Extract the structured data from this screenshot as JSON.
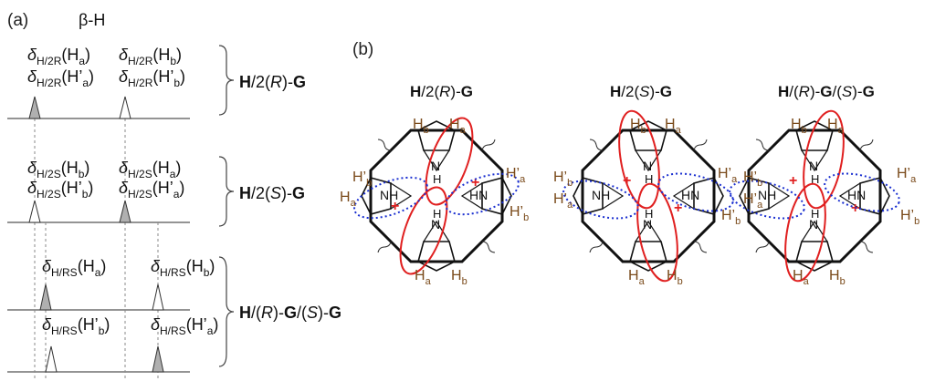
{
  "panel_a": {
    "label": "(a)",
    "beta_label": "β-H",
    "delta": "δ",
    "groups": [
      {
        "bracket": {
          "H": "H",
          "mid": "/2(",
          "ital": "R",
          "end": ")-",
          "G": "G"
        },
        "peaks": [
          {
            "sub": "H/2R",
            "line1": "(Ha)",
            "line1_paren": "H",
            "line1_sub": "a",
            "line2_paren": "H’",
            "line2_sub": "a",
            "filled": true
          },
          {
            "sub": "H/2R",
            "line1_paren": "H",
            "line1_sub": "b",
            "line2_paren": "H’",
            "line2_sub": "b",
            "filled": false
          }
        ]
      },
      {
        "bracket": {
          "H": "H",
          "mid": "/2(",
          "ital": "S",
          "end": ")-",
          "G": "G"
        },
        "peaks": [
          {
            "sub": "H/2S",
            "line1_paren": "H",
            "line1_sub": "b",
            "line2_paren": "H’",
            "line2_sub": "b",
            "filled": false
          },
          {
            "sub": "H/2S",
            "line1_paren": "H",
            "line1_sub": "a",
            "line2_paren": "H’",
            "line2_sub": "a",
            "filled": true
          }
        ]
      },
      {
        "bracket": {
          "H": "H",
          "p1": "/(",
          "i1": "R",
          "p2": ")-",
          "G1": "G",
          "p3": "/(",
          "i2": "S",
          "p4": ")-",
          "G2": "G"
        },
        "rows": [
          [
            {
              "sub": "H/RS",
              "paren": "H",
              "psub": "a",
              "filled": true
            },
            {
              "sub": "H/RS",
              "paren": "H",
              "psub": "b",
              "filled": false
            }
          ],
          [
            {
              "sub": "H/RS",
              "paren": "H’",
              "psub": "b",
              "filled": false
            },
            {
              "sub": "H/RS",
              "paren": "H’",
              "psub": "a",
              "filled": true
            }
          ]
        ]
      }
    ]
  },
  "panel_b": {
    "label": "(b)",
    "structures": [
      {
        "title": {
          "H": "H",
          "mid": "/2(",
          "ital": "R",
          "end": ")-",
          "G": "G"
        }
      },
      {
        "title": {
          "H": "H",
          "mid": "/2(",
          "ital": "S",
          "end": ")-",
          "G": "G"
        }
      },
      {
        "title": {
          "H": "H",
          "p1": "/(",
          "i1": "R",
          "p2": ")-",
          "G1": "G",
          "p3": "/(",
          "i2": "S",
          "p4": ")-",
          "G2": "G"
        }
      }
    ],
    "atom_labels": {
      "NH": "NH",
      "HN": "HN",
      "N": "N",
      "H": "H",
      "plus": "+"
    },
    "proton_labels": {
      "Ha": "H",
      "a": "a",
      "Hb": "H",
      "b": "b",
      "Hpa": "H’",
      "Hpb": "H’"
    }
  },
  "colors": {
    "ellipse_red": "#e02020",
    "ellipse_blue": "#1a2fd0",
    "proton_brown": "#7a4a1a",
    "peak_fill": "#b0b0b0",
    "charge_red": "#e02020"
  }
}
